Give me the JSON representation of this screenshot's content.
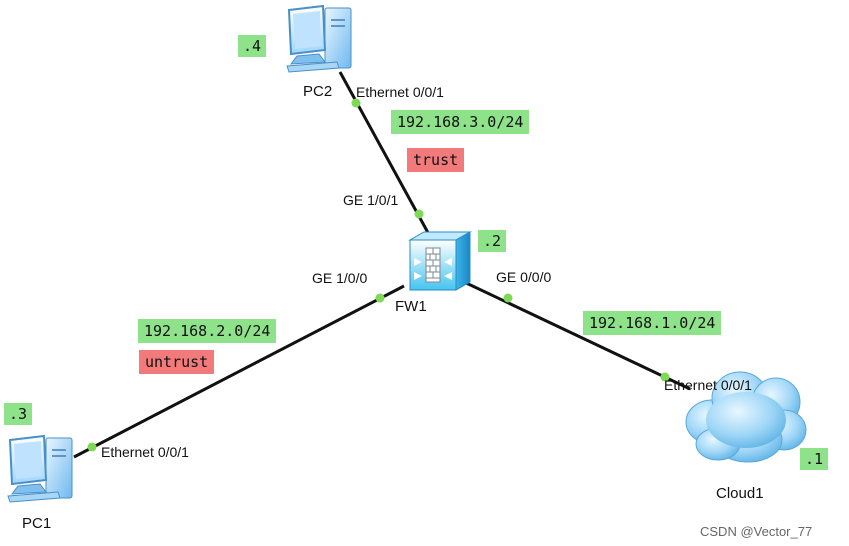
{
  "devices": {
    "pc2": {
      "name": "PC2",
      "ip_suffix": ".4",
      "port": "Ethernet 0/0/1"
    },
    "pc1": {
      "name": "PC1",
      "ip_suffix": ".3",
      "port": "Ethernet 0/0/1"
    },
    "fw1": {
      "name": "FW1",
      "ip_suffix": ".2",
      "port_top": "GE 1/0/1",
      "port_left": "GE 1/0/0",
      "port_right": "GE 0/0/0"
    },
    "cloud1": {
      "name": "Cloud1",
      "ip_suffix": ".1",
      "port": "Ethernet 0/0/1"
    }
  },
  "networks": {
    "trust_net": {
      "subnet": "192.168.3.0/24",
      "zone": "trust"
    },
    "untrust_net": {
      "subnet": "192.168.2.0/24",
      "zone": "untrust"
    },
    "cloud_net": {
      "subnet": "192.168.1.0/24"
    }
  },
  "watermark": "CSDN @Vector_77",
  "colors": {
    "subnet_bg": "#8ee28a",
    "zone_bg": "#f27a7a",
    "port_dot": "#7ed957",
    "link": "#111111"
  }
}
